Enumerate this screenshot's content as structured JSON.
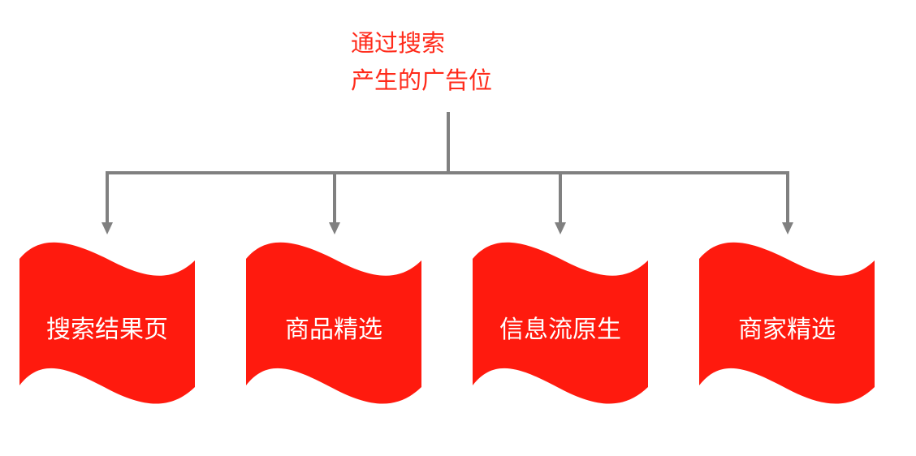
{
  "root": {
    "line1": "通过搜索",
    "line2": "产生的广告位"
  },
  "children": [
    {
      "label": "搜索结果页"
    },
    {
      "label": "商品精选"
    },
    {
      "label": "信息流原生"
    },
    {
      "label": "商家精选"
    }
  ],
  "colors": {
    "flag": "#ff1a0e",
    "connector": "#808080",
    "title": "#ff2a1a"
  }
}
